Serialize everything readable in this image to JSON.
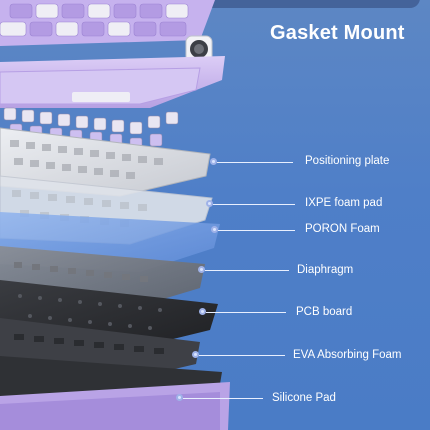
{
  "heading": {
    "title": "Gasket Mount"
  },
  "layers": [
    {
      "name": "Positioning plate"
    },
    {
      "name": "IXPE foam pad"
    },
    {
      "name": "PORON Foam"
    },
    {
      "name": "Diaphragm"
    },
    {
      "name": "PCB board"
    },
    {
      "name": "EVA Absorbing Foam"
    },
    {
      "name": "Silicone Pad"
    }
  ],
  "colors": {
    "background": "#4f7fc8",
    "keycap_purple": "#b9a3e6",
    "keycap_white": "#f1f0f6",
    "case_lavender": "#c9b6ec",
    "plate_gray": "#d7d9de",
    "pcb_black": "#2b2d31",
    "foam_blue": "#6f9be0"
  }
}
